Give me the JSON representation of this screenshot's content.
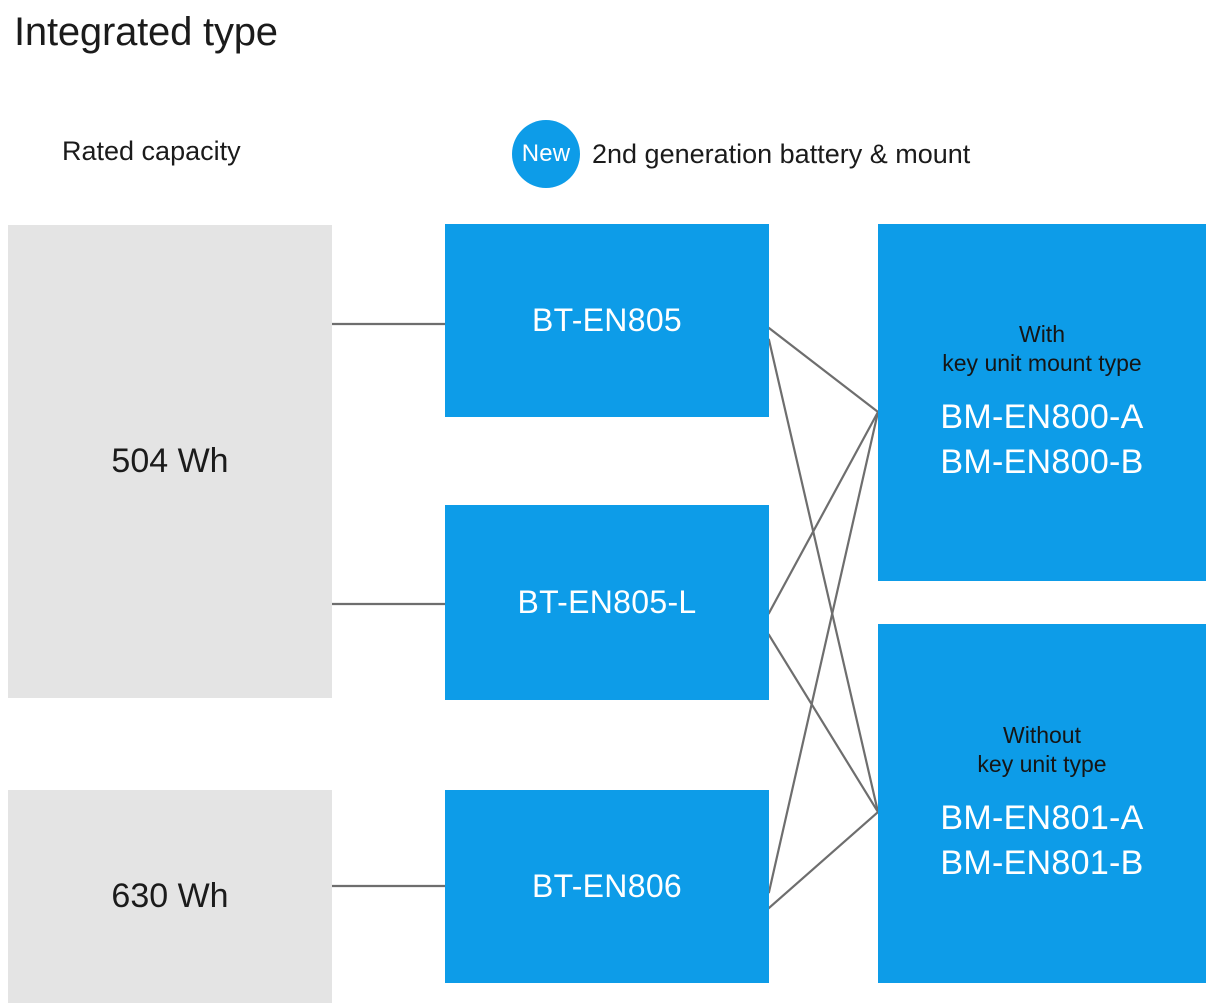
{
  "page": {
    "title": "Integrated type",
    "background_color": "#FFFFFF",
    "accent_blue": "#0D9CE8",
    "capacity_gray": "#E4E4E4",
    "connector_gray": "#6E6E6E",
    "text_dark": "#1B1B1B",
    "text_light": "#FFFFFF"
  },
  "headers": {
    "rated_capacity": "Rated capacity",
    "new_badge": "New",
    "generation": "2nd generation battery & mount"
  },
  "capacities": [
    {
      "id": "cap-504",
      "label": "504 Wh"
    },
    {
      "id": "cap-630",
      "label": "630 Wh"
    }
  ],
  "batteries": [
    {
      "id": "bt-en805",
      "label": "BT-EN805"
    },
    {
      "id": "bt-en805-l",
      "label": "BT-EN805-L"
    },
    {
      "id": "bt-en806",
      "label": "BT-EN806"
    }
  ],
  "mounts": [
    {
      "id": "bm-en800",
      "caption": "With\nkey unit mount type",
      "models": [
        "BM-EN800-A",
        "BM-EN800-B"
      ]
    },
    {
      "id": "bm-en801",
      "caption": "Without\nkey unit type",
      "models": [
        "BM-EN801-A",
        "BM-EN801-B"
      ]
    }
  ],
  "connections": {
    "capacity_to_battery": [
      {
        "from": "cap-504",
        "to": "bt-en805"
      },
      {
        "from": "cap-504",
        "to": "bt-en805-l"
      },
      {
        "from": "cap-630",
        "to": "bt-en806"
      }
    ],
    "battery_to_mount": [
      {
        "from": "bt-en805",
        "to": "bm-en800"
      },
      {
        "from": "bt-en805",
        "to": "bm-en801"
      },
      {
        "from": "bt-en805-l",
        "to": "bm-en800"
      },
      {
        "from": "bt-en805-l",
        "to": "bm-en801"
      },
      {
        "from": "bt-en806",
        "to": "bm-en800"
      },
      {
        "from": "bt-en806",
        "to": "bm-en801"
      }
    ]
  }
}
